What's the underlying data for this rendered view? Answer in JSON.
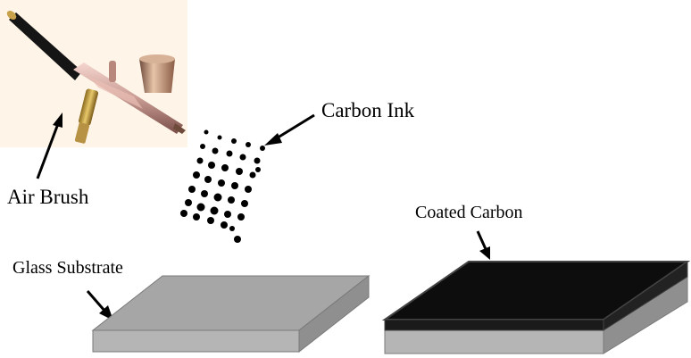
{
  "labels": {
    "air_brush": "Air Brush",
    "carbon_ink": "Carbon Ink",
    "glass_substrate": "Glass Substrate",
    "coated_carbon": "Coated Carbon"
  },
  "colors": {
    "glass_top": "#a6a6a6",
    "glass_side": "#b5b5b5",
    "glass_right": "#8f8f8f",
    "carbon": "#0d0d0d",
    "airbrush_bg": "#fff3e6"
  },
  "icons": [
    "airbrush-icon",
    "ink-droplet-icon",
    "pointer-arrow-icon"
  ]
}
